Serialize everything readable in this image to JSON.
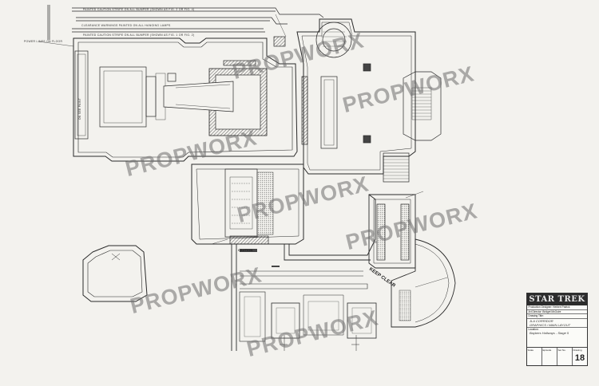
{
  "watermark": "PROPWORX",
  "plan_notes": {
    "top_note_1": "PAINTED CAUTION STRIPE ON ALL BUMPER (SHOWN AS FIG. 2 OR FIG. 4)",
    "top_note_2": "CLEARANCE WARNINGS PAINTED ON ALL HANGING LAMPS",
    "top_note_3": "PAINTED CAUTION STRIPE ON ALL BUMPER (SHOWN AS FIG. 1 OR FIG. 2)",
    "floor_note": "POWER LINES ON FLOOR",
    "left_panel": "ON SEE PAINT",
    "caution": "CAUTION",
    "keep_clear": "KEEP CLEAR"
  },
  "title_block": {
    "logo": "STAR TREK",
    "production_designer": "Production Designer: Herbert Patrick",
    "art_director": "Art Director: Bridget McGuire",
    "drawing_title_label": "Drawing Title:",
    "drawing_title": "JLA CORRIDOR",
    "drawing_subtitle": "GRAPHICS / MAIN LAYOUT",
    "location_label": "Location:",
    "location": "Baybers Hallways - Stage 5",
    "scale_label": "Scale",
    "episode_label": "Episode",
    "set_no_label": "Set No.",
    "drawing_label": "Drawing",
    "drawing_number": "18"
  }
}
